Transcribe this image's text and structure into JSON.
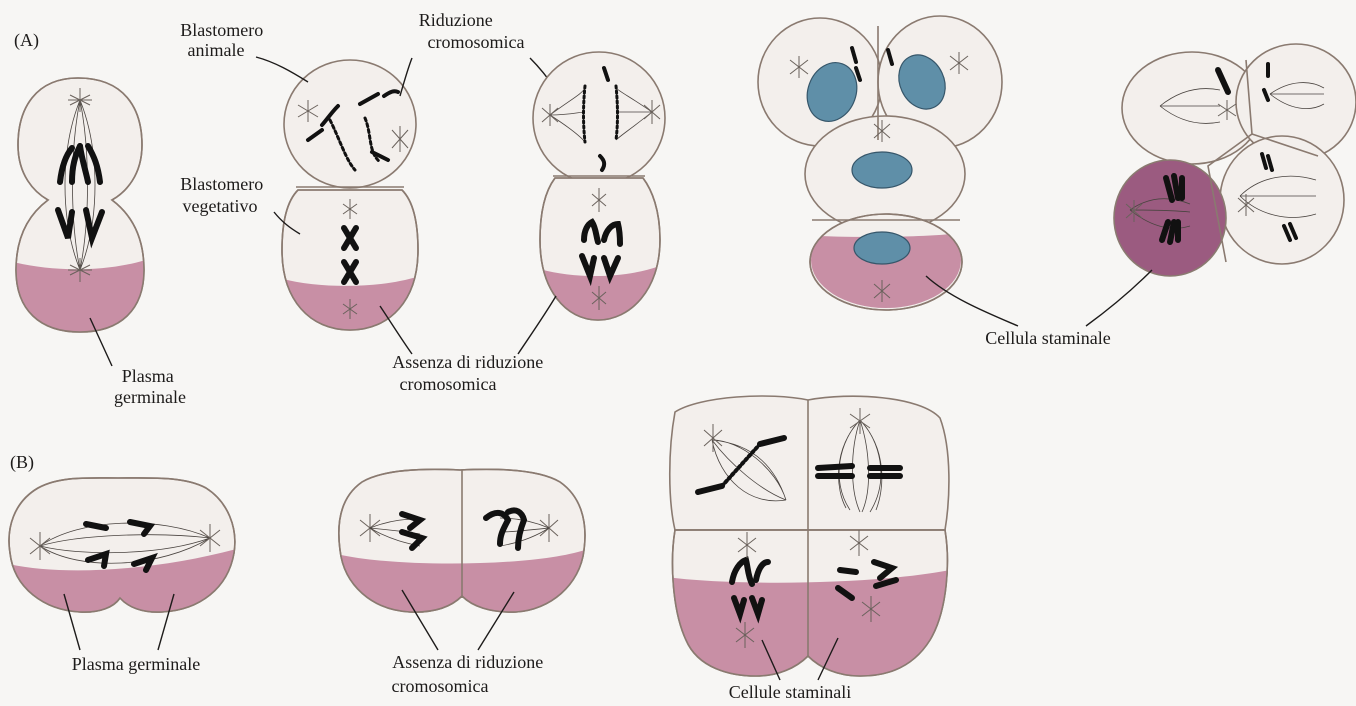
{
  "panels": {
    "a": "(A)",
    "b": "(B)"
  },
  "labels": {
    "blastomero_animale": [
      "Blastomero",
      "animale"
    ],
    "riduzione_cromosomica": [
      "Riduzione",
      "cromosomica"
    ],
    "blastomero_vegetativo": [
      "Blastomero",
      "vegetativo"
    ],
    "plasma_germinale_a": [
      "Plasma",
      "germinale"
    ],
    "assenza_riduzione_a": [
      "Assenza di riduzione",
      "cromosomica"
    ],
    "cellula_staminale": "Cellula staminale",
    "plasma_germinale_b": "Plasma germinale",
    "assenza_riduzione_b": [
      "Assenza di riduzione",
      "cromosomica"
    ],
    "cellule_staminali": "Cellule staminali"
  },
  "colors": {
    "cytoplasm": "#f3efec",
    "germ_plasm": "#c88fa5",
    "germ_plasm_dark": "#9b5b80",
    "nucleus": "#5f8fa8",
    "chromosome": "#111111"
  }
}
